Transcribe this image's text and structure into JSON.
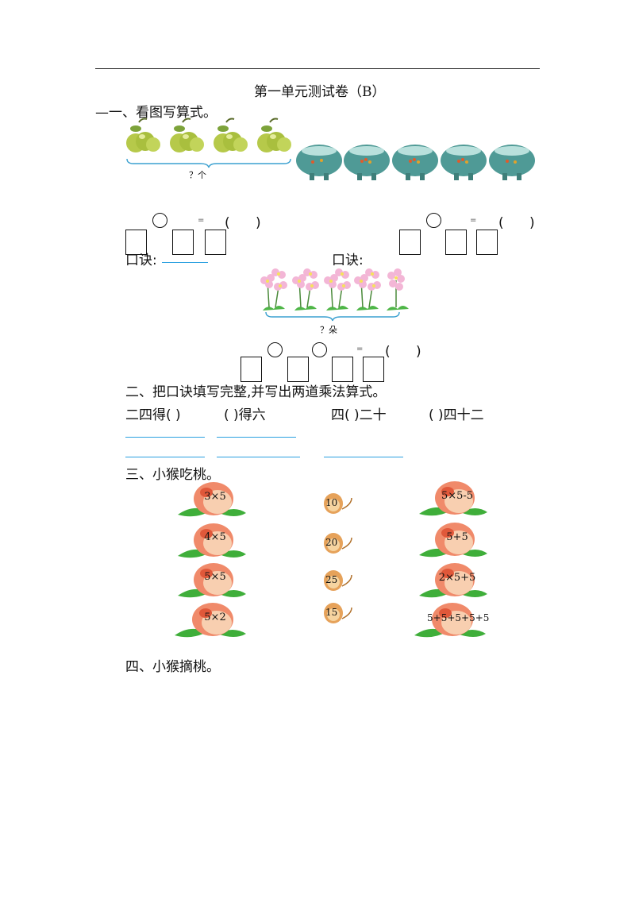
{
  "title": "第一单元测试卷（B）",
  "section1": {
    "heading": "一、看图写算式。",
    "heading_dash": "—",
    "apple_label": "？个",
    "flower_label": "？朵",
    "equals": "=",
    "paren_blank": "(      )",
    "koujue_left": "口诀:",
    "koujue_right": "口诀:"
  },
  "section2": {
    "heading": "二、把口诀填写完整,并写出两道乘法算式。",
    "items": [
      "二四得(      )",
      "(          )得六",
      "四(      )二十",
      "(       )四十二"
    ]
  },
  "section3": {
    "heading": "三、小猴吃桃。",
    "left_peaches": [
      "3×5",
      "4×5",
      "5×5",
      "5×2"
    ],
    "monkeys": [
      "10",
      "20",
      "25",
      "15"
    ],
    "right_peaches": [
      "5×5-5",
      "5+5",
      "2×5+5",
      "5+5+5+5+5"
    ]
  },
  "section4": {
    "heading": "四、小猴摘桃。"
  },
  "colors": {
    "answer_line": "#2aa0e0",
    "brace": "#3aa0d0",
    "peach": "#f08a6a",
    "leaf": "#3fae3a"
  }
}
